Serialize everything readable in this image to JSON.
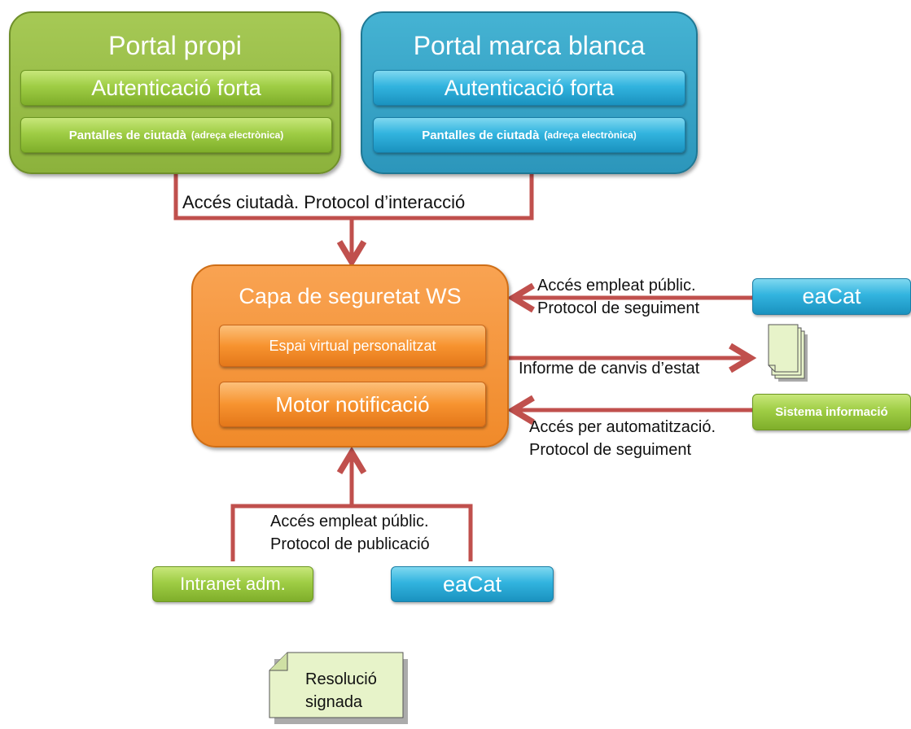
{
  "portal_propi": {
    "title": "Portal propi",
    "auth": "Autenticació forta",
    "screens": "Pantalles de ciutadà",
    "screens_note": "(adreça electrònica)"
  },
  "portal_marca_blanca": {
    "title": "Portal marca blanca",
    "auth": "Autenticació forta",
    "screens": "Pantalles de ciutadà",
    "screens_note": "(adreça electrònica)"
  },
  "citizen_access": "Accés ciutadà. Protocol d’interacció",
  "security_layer": {
    "title": "Capa de seguretat WS",
    "virtual_space": "Espai virtual personalitzat",
    "notification_engine": "Motor notificació"
  },
  "right_side": {
    "eacat_label": "eaCat",
    "eacat_access_line1": "Accés empleat públic.",
    "eacat_access_line2": "Protocol de seguiment",
    "status_report": "Informe de canvis d’estat",
    "info_system_label": "Sistema informació",
    "automation_line1": "Accés per automatització.",
    "automation_line2": "Protocol de seguiment"
  },
  "bottom": {
    "intranet_label": "Intranet adm.",
    "eacat_label": "eaCat",
    "publication_line1": "Accés empleat públic.",
    "publication_line2": "Protocol de publicació"
  },
  "signed_resolution": {
    "line1": "Resolució",
    "line2": "signada"
  },
  "colors": {
    "connector": "#c0504d",
    "green": "#8cb23c",
    "blue": "#2c96bb",
    "orange": "#f08a2a",
    "document_fill": "#e7f3c9"
  }
}
